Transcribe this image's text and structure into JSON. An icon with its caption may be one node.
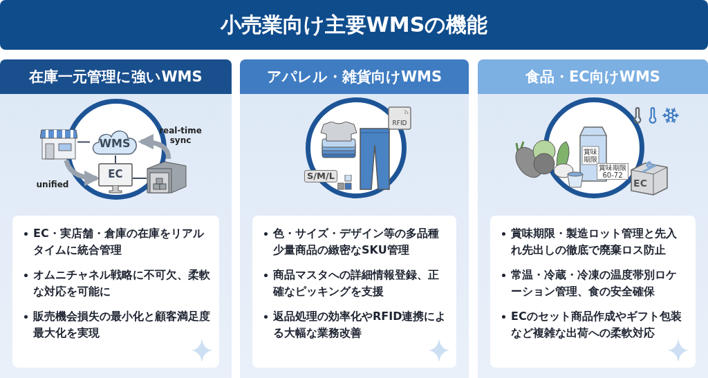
{
  "diagram": {
    "title": "小売業向け主要WMSの機能",
    "nodes": [
      {
        "text": [
          "在庫一元管理に強いWMS"
        ]
      },
      {
        "text": [
          "EC・実店舗・倉庫の在庫をリアルタイムに統合管理",
          "オムニチャネル戦略に不可欠、柔軟な対応を可能に",
          "販売機会損失の最小化と顧客満足度最大化を実現"
        ],
        "in": 0
      },
      {
        "text": [],
        "shape": "picture",
        "in": 0
      },
      {
        "text": [
          "WMS"
        ],
        "in": 0
      },
      {
        "text": [
          "EC"
        ],
        "in": 0
      },
      {
        "text": [],
        "shape": "picture",
        "in": 0
      },
      {
        "text": [
          "アパレル・雑貨向けWMS"
        ]
      },
      {
        "text": [
          "色・サイズ・デザイン等の多品種少量商品の緻密なSKU管理",
          "商品マスタへの詳細情報登録、正確なピッキングを支援",
          "返品処理の効率化やRFID連携による大幅な業務改善"
        ],
        "in": 6
      },
      {
        "text": [
          "食品・EC向けWMS"
        ]
      },
      {
        "text": [
          "賞味期限・製造ロット管理と先入れ先出しの徹底で廃棄ロス防止",
          "常温・冷蔵・冷凍の温度帯別ロケーション管理、食の安全確保",
          "ECのセット商品作成やギフト包装など複雑な出荷への柔軟対応"
        ],
        "in": 8
      }
    ],
    "edges": [
      {
        "from": 2,
        "to": 3,
        "arrow": "none"
      },
      {
        "from": 3,
        "to": 4,
        "arrow": "none"
      },
      {
        "from": 4,
        "to": 5,
        "arrow": "none"
      },
      {
        "from": 2,
        "to": 4,
        "arrow": "to",
        "label": "unified",
        "style": "thick",
        "color": "#9aa3ad"
      },
      {
        "from": 5,
        "to": 3,
        "arrow": "to",
        "label": "real-time sync",
        "style": "thick",
        "color": "#9aa3ad"
      }
    ],
    "labels": [
      "RFID",
      "S/M/L",
      "賞味期限",
      "賞味期限 60-72",
      "EC"
    ]
  }
}
